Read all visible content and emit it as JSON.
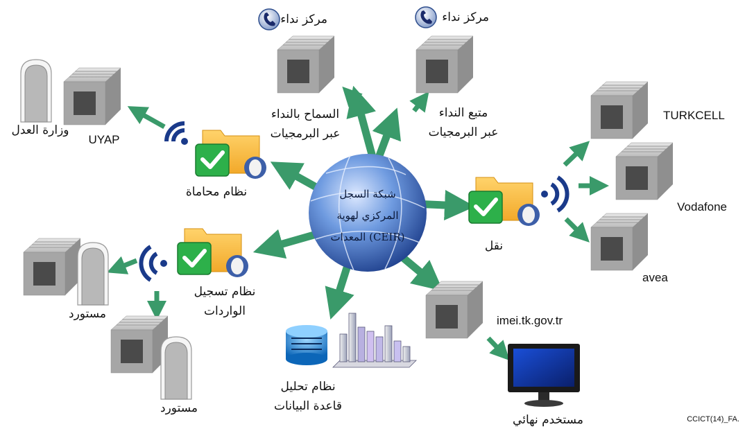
{
  "center": {
    "lines": [
      "شبكة السجل",
      "المركزي لهوية",
      "المعدات (CEIR)"
    ]
  },
  "call_centers": [
    {
      "label": "مركز نداء"
    },
    {
      "label": "مركز نداء"
    }
  ],
  "servers": {
    "call_permit": [
      "السماح بالنداء",
      "عبر البرمجيات"
    ],
    "call_tracker": [
      "متبع النداء",
      "عبر البرمجيات"
    ],
    "uyap": "UYAP",
    "turkcell": "TURKCELL",
    "vodafone": "Vodafone",
    "avea": "avea",
    "imei": "imei.tk.gov.tr"
  },
  "nodes": {
    "ministry_justice": "وزارة العدل",
    "law_system": "نظام محاماة",
    "transport": "نقل",
    "import_system": [
      "نظام تسجيل",
      "الواردات"
    ],
    "importer_1": "مستورد",
    "importer_2": "مستورد",
    "database_analysis": [
      "نظام تحليل",
      "قاعدة البيانات"
    ],
    "end_user": "مستخدم نهائي"
  },
  "figure_code": "CCICT(14)_FA.",
  "colors": {
    "arrow": "#3a9a6a",
    "wifi": "#1a3a8a",
    "folder": "#f5b93a",
    "check": "#2db04a",
    "globe": "#4a78c8"
  }
}
